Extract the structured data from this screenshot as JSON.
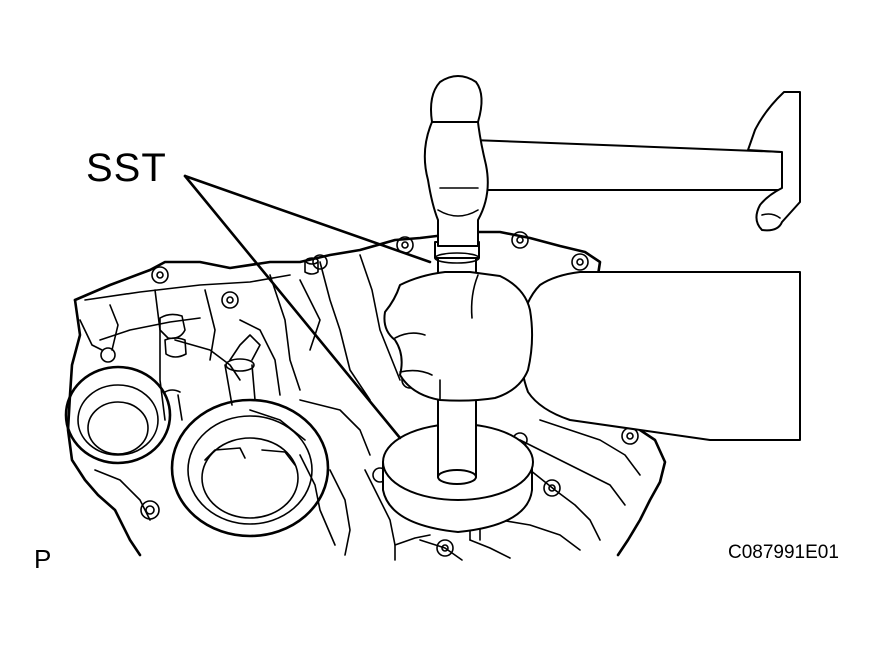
{
  "labels": {
    "tool_callout": "SST",
    "view_letter": "P",
    "figure_id": "C087991E01"
  },
  "parts": {
    "tool": "sst-driver",
    "hammer": "hammer-icon",
    "hand": "hand-icon",
    "case": "transmission-case"
  },
  "colors": {
    "ink": "#000000",
    "paper": "#ffffff"
  }
}
